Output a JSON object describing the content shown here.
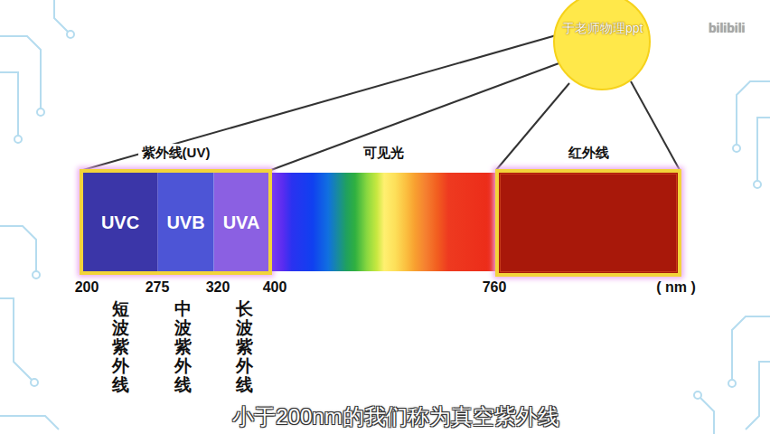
{
  "diagram": {
    "caption": "小于200nm的我们称为真空紫外线",
    "nodes": [
      {
        "text": [
          "紫外线(UV)"
        ]
      },
      {
        "text": [
          "UVC"
        ],
        "in": 0
      },
      {
        "text": [
          "UVB"
        ],
        "in": 0
      },
      {
        "text": [
          "UVA"
        ],
        "in": 0
      },
      {
        "text": [
          "可见光"
        ]
      },
      {
        "text": [
          "红外线"
        ]
      }
    ],
    "labels": [
      "200",
      "275",
      "320",
      "400",
      "760",
      "( nm )",
      "短波紫外线",
      "中波紫外线",
      "长波紫外线",
      "于老师物理ppt",
      "bilibili"
    ]
  }
}
